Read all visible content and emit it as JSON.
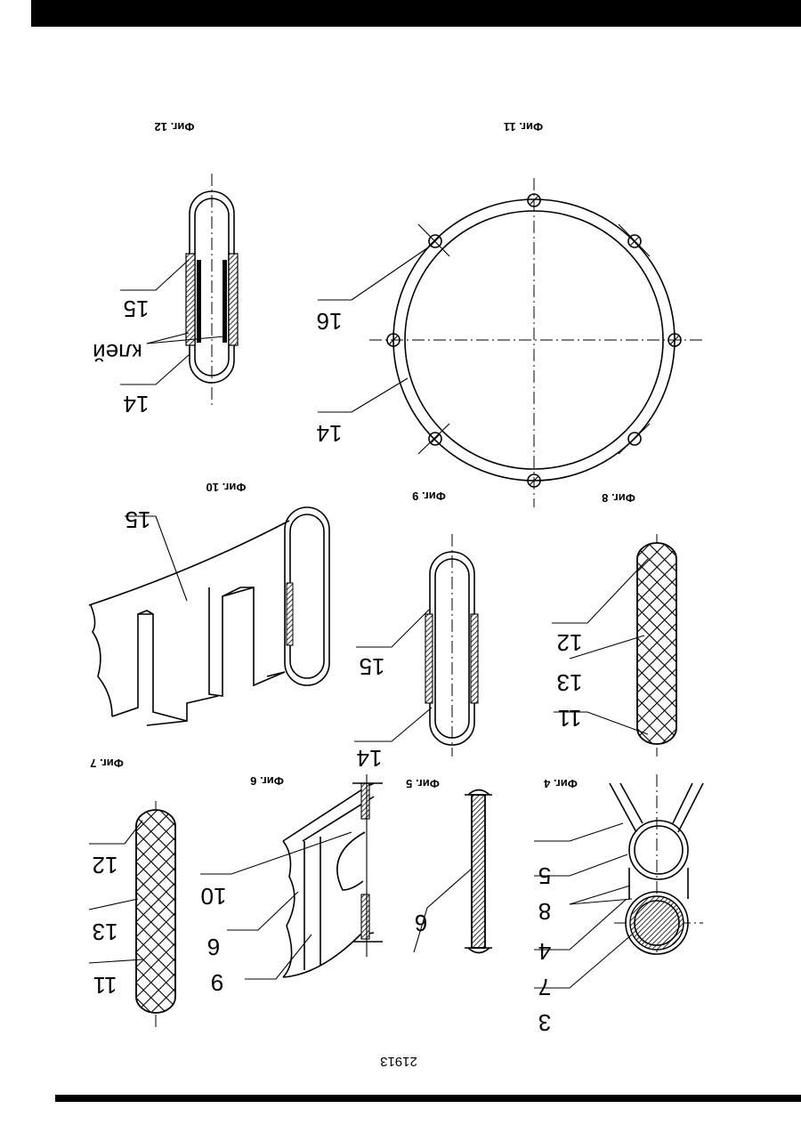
{
  "page_number": "21913",
  "figures": {
    "fig4": {
      "caption": "Фиг. 4",
      "labels": [
        "3",
        "7",
        "4",
        "8",
        "5"
      ]
    },
    "fig5": {
      "caption": "Фиг. 5",
      "labels": [
        "6"
      ]
    },
    "fig6": {
      "caption": "Фиг. 6",
      "labels": [
        "9",
        "6",
        "10"
      ]
    },
    "fig7": {
      "caption": "Фиг. 7",
      "labels": [
        "11",
        "13",
        "12"
      ]
    },
    "fig8": {
      "caption": "Фиг. 8",
      "labels": [
        "11",
        "13",
        "12"
      ]
    },
    "fig9": {
      "caption": "Фиг. 9",
      "labels": [
        "14",
        "15"
      ]
    },
    "fig10": {
      "caption": "Фиг. 10",
      "labels": [
        "15"
      ]
    },
    "fig11": {
      "caption": "Фиг. 11",
      "labels": [
        "14",
        "16"
      ]
    },
    "fig12": {
      "caption": "Фиг. 12",
      "labels": [
        "14",
        "клей",
        "15"
      ]
    }
  },
  "orientation": "rotated 180°"
}
